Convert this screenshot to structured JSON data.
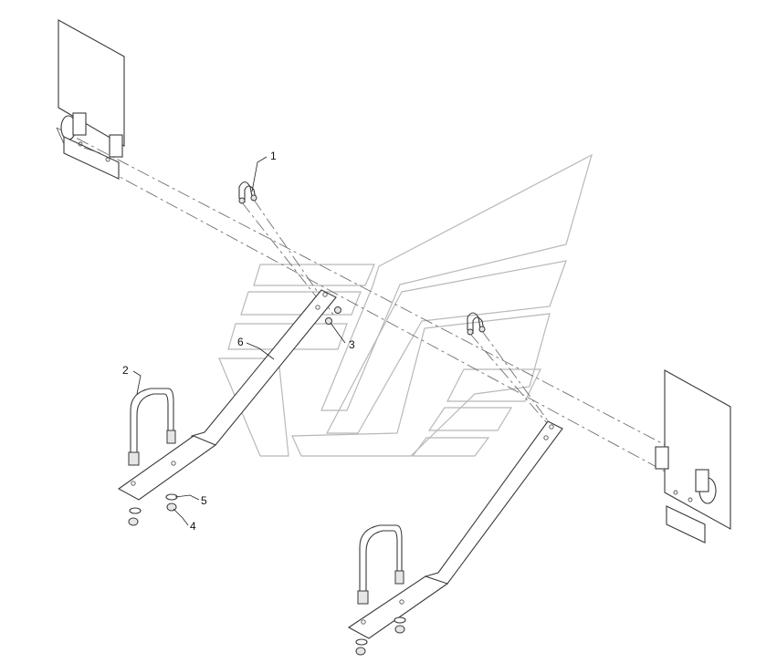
{
  "callouts": [
    {
      "id": "1",
      "text": "1"
    },
    {
      "id": "2",
      "text": "2"
    },
    {
      "id": "3",
      "text": "3"
    },
    {
      "id": "4",
      "text": "4"
    },
    {
      "id": "5",
      "text": "5"
    },
    {
      "id": "6",
      "text": "6"
    }
  ],
  "colors": {
    "line": "#3a3a3a",
    "watermark": "#b8b8b8",
    "background": "#ffffff"
  }
}
